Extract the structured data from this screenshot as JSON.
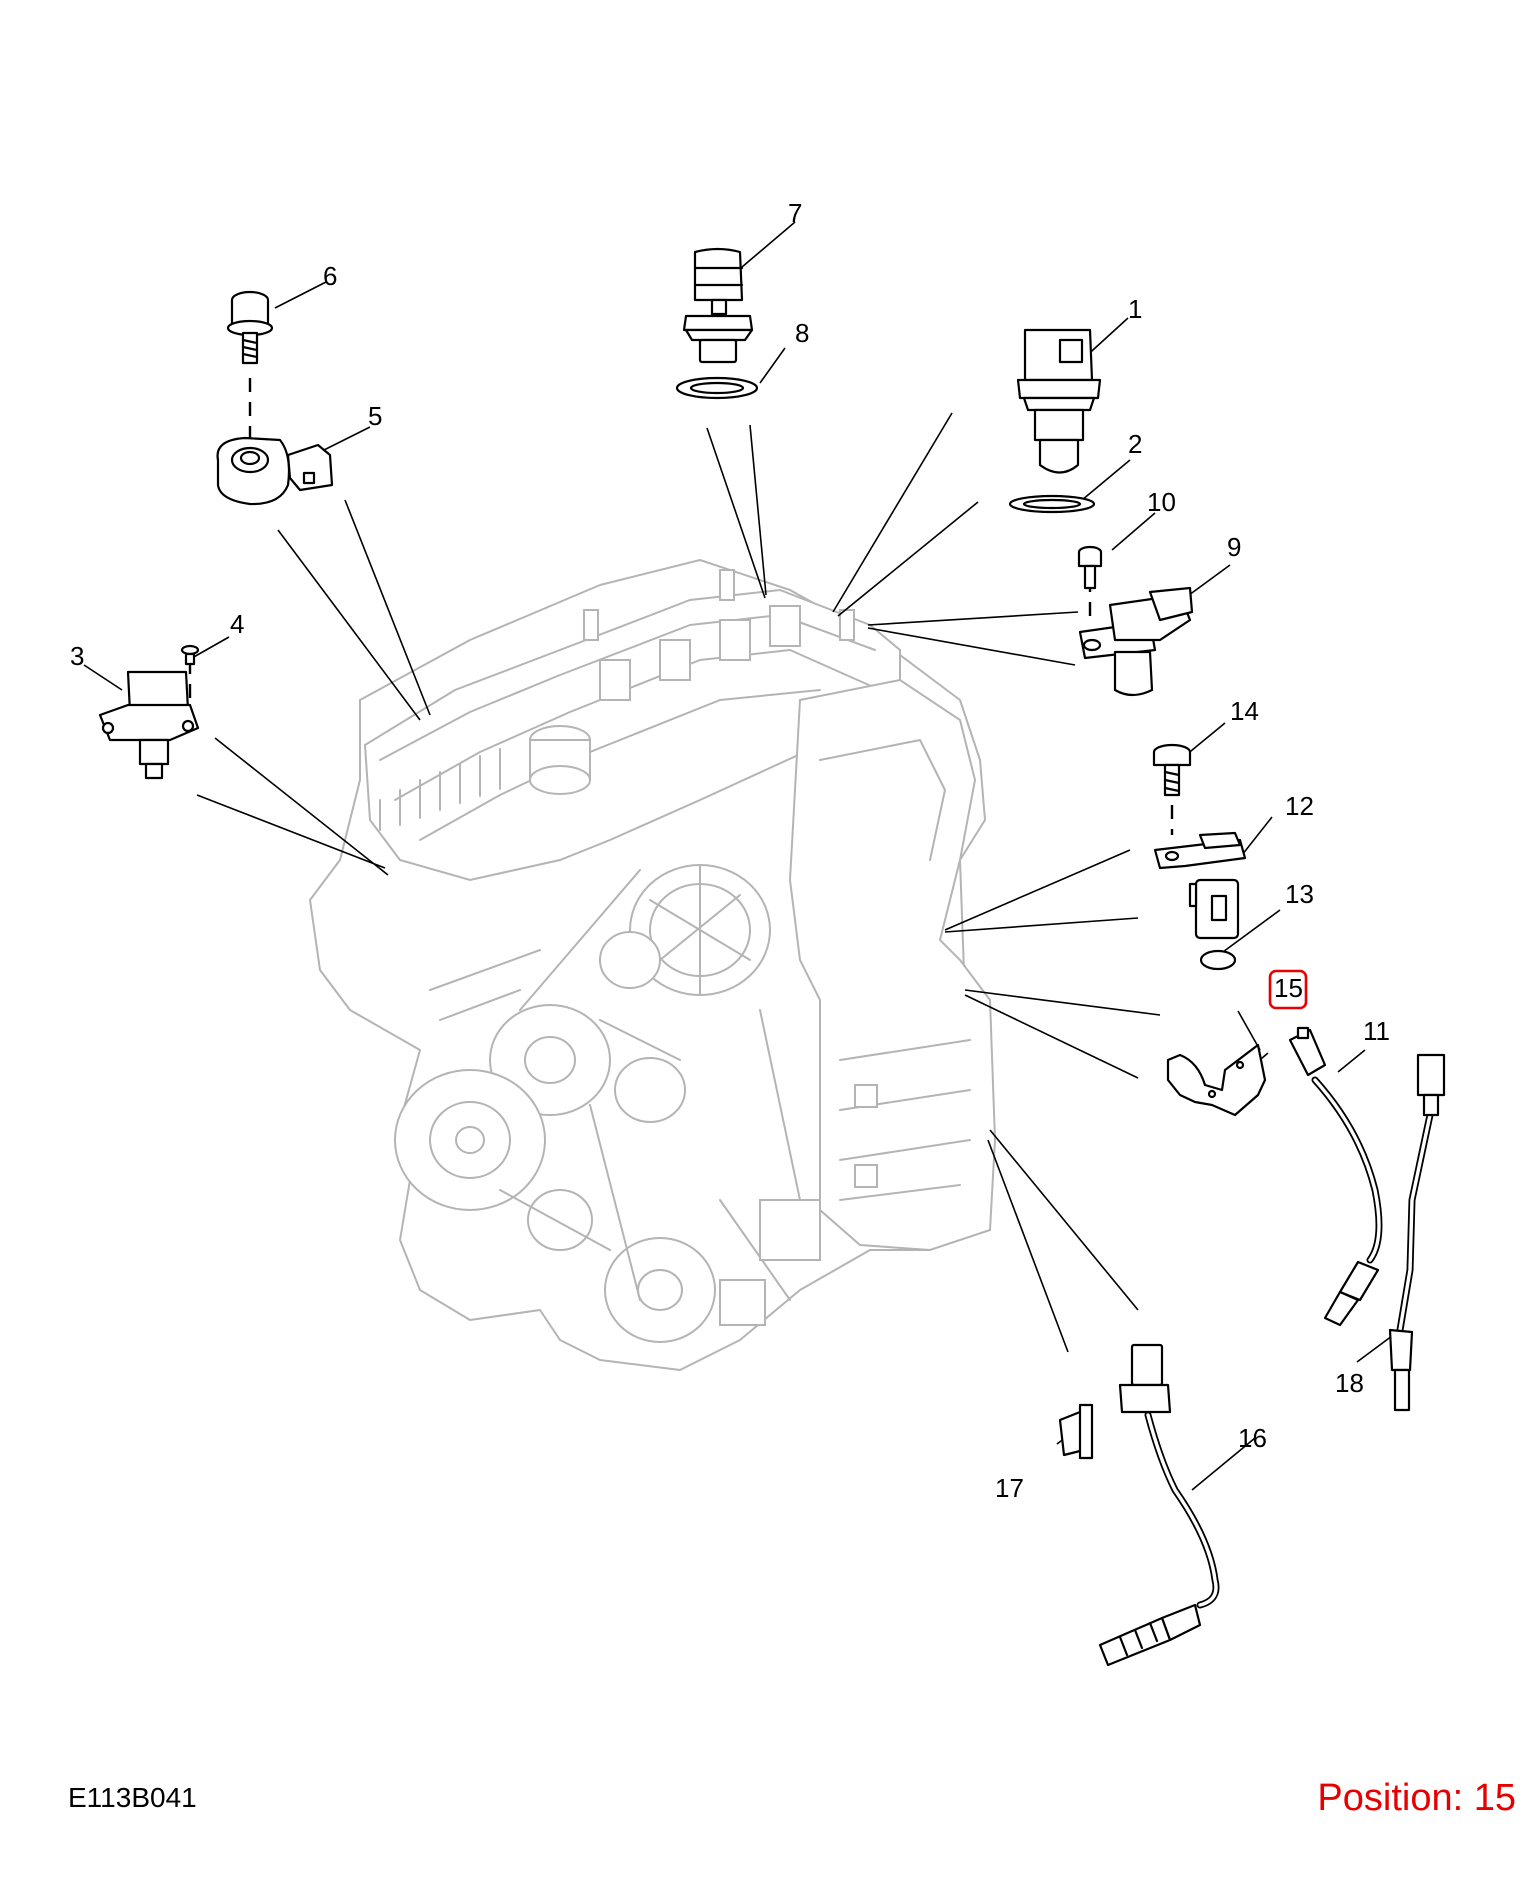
{
  "diagram": {
    "id_code": "E113B041",
    "position_label": "Position: 15",
    "highlight_color": "#e60000",
    "callouts": {
      "c1": "1",
      "c2": "2",
      "c3": "3",
      "c4": "4",
      "c5": "5",
      "c6": "6",
      "c7": "7",
      "c8": "8",
      "c9": "9",
      "c10": "10",
      "c11": "11",
      "c12": "12",
      "c13": "13",
      "c14": "14",
      "c15": "15",
      "c16": "16",
      "c17": "17",
      "c18": "18"
    },
    "selected_callout": "15",
    "line_color": "#000000",
    "engine_color": "#b4b4b4"
  }
}
